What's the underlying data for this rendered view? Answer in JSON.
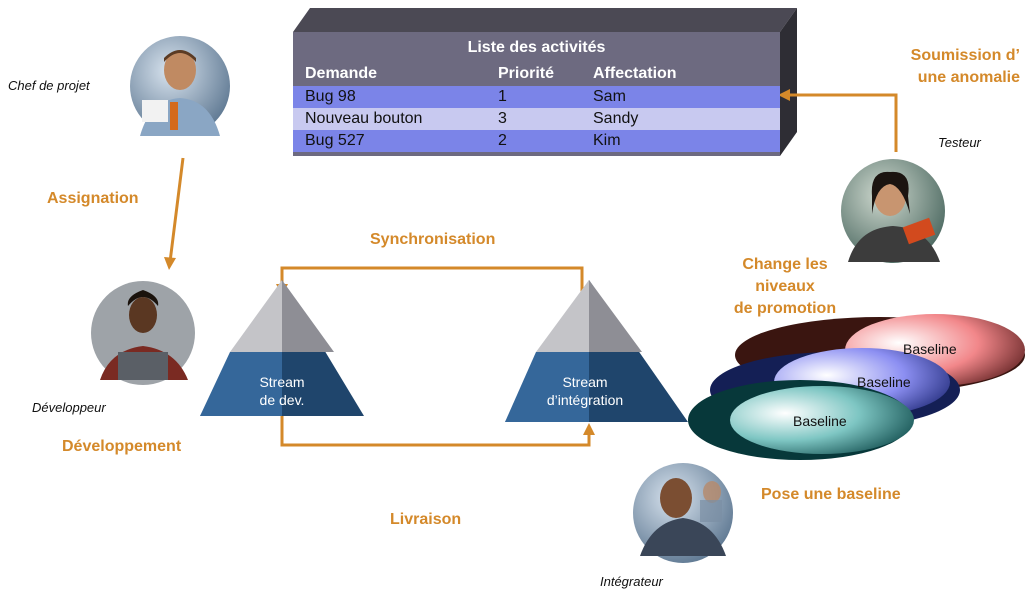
{
  "table": {
    "title": "Liste des activités",
    "headers": [
      "Demande",
      "Priorité",
      "Affectation"
    ],
    "rows": [
      {
        "demande": "Bug 98",
        "priorite": "1",
        "affectation": "Sam",
        "color": "#7b84e8"
      },
      {
        "demande": "Nouveau bouton",
        "priorite": "3",
        "affectation": "Sandy",
        "color": "#c8c9f0"
      },
      {
        "demande": "Bug 527",
        "priorite": "2",
        "affectation": "Kim",
        "color": "#7b84e8"
      }
    ]
  },
  "roles": {
    "chef": "Chef de projet",
    "testeur": "Testeur",
    "developpeur": "Développeur",
    "integrateur": "Intégrateur"
  },
  "actions": {
    "soumission": "Soumission d’ une anomalie",
    "assignation": "Assignation",
    "synchronisation": "Synchronisation",
    "change_line1": "Change les",
    "change_line2": "niveaux",
    "change_line3": "de promotion",
    "developpement": "Développement",
    "livraison": "Livraison",
    "pose": "Pose une baseline"
  },
  "streams": {
    "dev_line1": "Stream",
    "dev_line2": "de dev.",
    "int_line1": "Stream",
    "int_line2": "d’intégration"
  },
  "baselines": [
    "Baseline",
    "Baseline",
    "Baseline"
  ],
  "colors": {
    "accent": "#d4892a",
    "table_bg": "#6d6a80",
    "pyramid_dark": "#2f5f8c",
    "pyramid_light": "#b8b8bc"
  }
}
